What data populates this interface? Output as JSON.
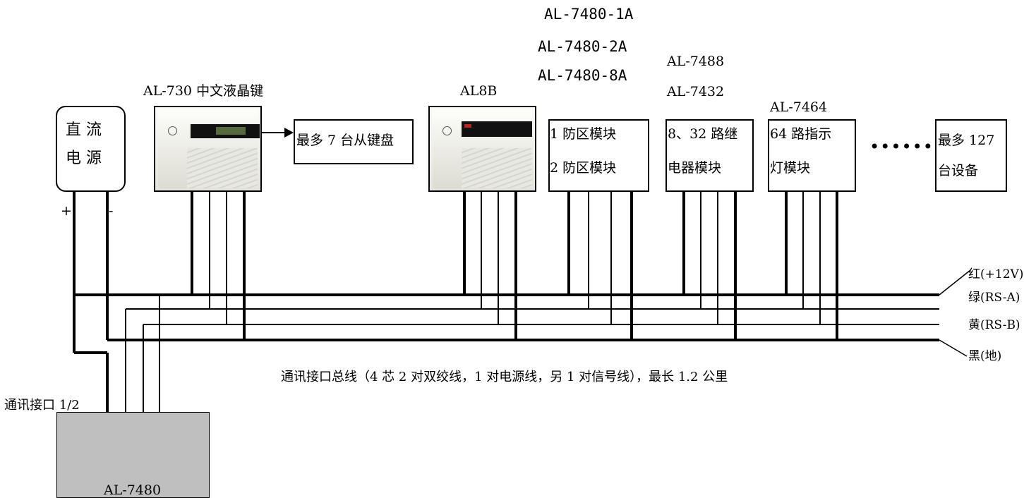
{
  "power_supply": {
    "line1": "直 流",
    "line2": "电 源",
    "plus": "+",
    "minus": "-"
  },
  "keypad_730": {
    "label": "AL-730 中文液晶键"
  },
  "slave_box": {
    "text": "最多 7 台从键盘"
  },
  "keypad_8b": {
    "label": "AL8B"
  },
  "zone_module": {
    "models": [
      "AL-7480-1A",
      "AL-7480-2A",
      "AL-7480-8A"
    ],
    "line1": "1 防区模块",
    "line2": "2 防区模块"
  },
  "relay_module": {
    "models": [
      "AL-7488",
      "AL-7432"
    ],
    "line1": "8、32 路继",
    "line2": "电器模块"
  },
  "led_module": {
    "model": "AL-7464",
    "line1": "64 路指示",
    "line2": "灯模块"
  },
  "ellipsis": "••••••",
  "max_devices": {
    "line1": "最多 127",
    "line2": "台设备"
  },
  "bus_wires": [
    {
      "label": "红(+12V)",
      "color": "#000000"
    },
    {
      "label": "绿(RS-A)",
      "color": "#000000"
    },
    {
      "label": "黄(RS-B)",
      "color": "#000000"
    },
    {
      "label": "黑(地)",
      "color": "#000000"
    }
  ],
  "bus_caption": "通讯接口总线（4 芯 2 对双绞线，1 对电源线，另 1 对信号线），最长 1.2 公里",
  "port_label": "通讯接口 1/2",
  "controller": {
    "label": "AL-7480",
    "fill": "#bfbfbf"
  }
}
